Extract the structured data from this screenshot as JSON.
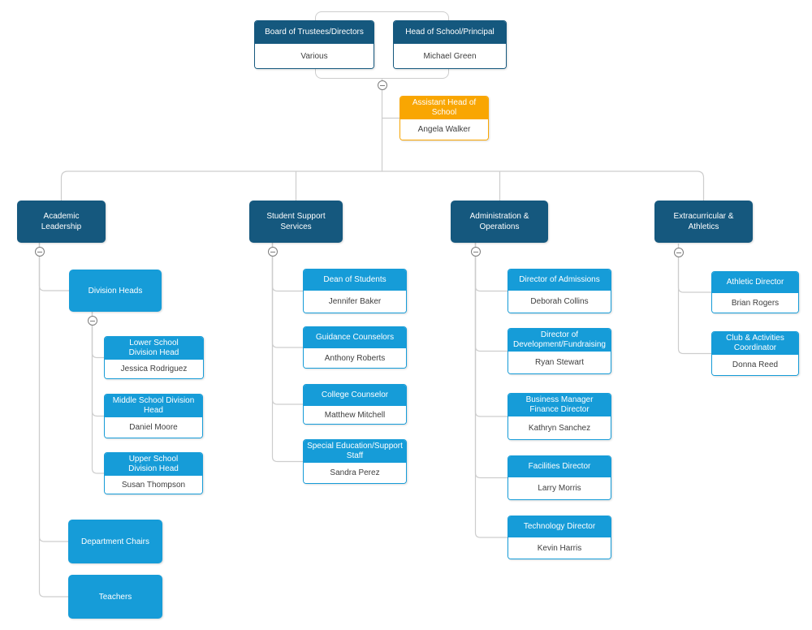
{
  "org_chart": {
    "colors": {
      "dark_blue": "#15587E",
      "light_blue": "#169CD8",
      "orange": "#F9A602",
      "connector": "#CDCDCD"
    },
    "top_group": {
      "nodes": [
        {
          "title": "Board of Trustees/Directors",
          "person": "Various"
        },
        {
          "title": "Head of School/Principal",
          "person": "Michael Green"
        }
      ]
    },
    "assistant": {
      "title": "Assistant Head of\nSchool",
      "person": "Angela Walker"
    },
    "branches": [
      {
        "label": "Academic\nLeadership",
        "children": [
          {
            "label": "Division Heads",
            "children": [
              {
                "title": "Lower School\nDivision Head",
                "person": "Jessica Rodriguez"
              },
              {
                "title": "Middle School Division\nHead",
                "person": "Daniel Moore"
              },
              {
                "title": "Upper School\nDivision Head",
                "person": "Susan Thompson"
              }
            ]
          },
          {
            "label": "Department Chairs"
          },
          {
            "label": "Teachers"
          }
        ]
      },
      {
        "label": "Student Support\nServices",
        "children": [
          {
            "title": "Dean of Students",
            "person": "Jennifer Baker"
          },
          {
            "title": "Guidance Counselors",
            "person": "Anthony Roberts"
          },
          {
            "title": "College Counselor",
            "person": "Matthew Mitchell"
          },
          {
            "title": "Special Education/Support\nStaff",
            "person": "Sandra Perez"
          }
        ]
      },
      {
        "label": "Administration &\nOperations",
        "children": [
          {
            "title": "Director of Admissions",
            "person": "Deborah Collins"
          },
          {
            "title": "Director of\nDevelopment/Fundraising",
            "person": "Ryan Stewart"
          },
          {
            "title": "Business Manager\nFinance Director",
            "person": "Kathryn Sanchez"
          },
          {
            "title": "Facilities Director",
            "person": "Larry Morris"
          },
          {
            "title": "Technology Director",
            "person": "Kevin Harris"
          }
        ]
      },
      {
        "label": "Extracurricular &\nAthletics",
        "children": [
          {
            "title": "Athletic Director",
            "person": "Brian Rogers"
          },
          {
            "title": "Club & Activities\nCoordinator",
            "person": "Donna Reed"
          }
        ]
      }
    ]
  }
}
